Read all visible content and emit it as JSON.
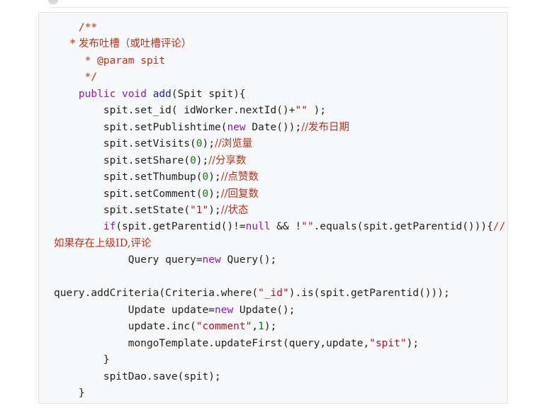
{
  "code": {
    "language": "java",
    "lines": [
      [
        {
          "t": "    ",
          "k": "plain"
        },
        {
          "t": "/**",
          "k": "comment"
        }
      ],
      [
        {
          "t": "     * 发布吐槽（或吐槽评论）",
          "k": "comment"
        }
      ],
      [
        {
          "t": "     * @param spit",
          "k": "comment"
        }
      ],
      [
        {
          "t": "     */",
          "k": "comment"
        }
      ],
      [
        {
          "t": "    ",
          "k": "plain"
        },
        {
          "t": "public",
          "k": "keyword"
        },
        {
          "t": " ",
          "k": "plain"
        },
        {
          "t": "void",
          "k": "keyword"
        },
        {
          "t": " ",
          "k": "plain"
        },
        {
          "t": "add",
          "k": "type"
        },
        {
          "t": "(Spit spit){",
          "k": "plain"
        }
      ],
      [
        {
          "t": "        spit.set_id( idWorker.nextId()+",
          "k": "plain"
        },
        {
          "t": "\"\"",
          "k": "string"
        },
        {
          "t": " );",
          "k": "plain"
        }
      ],
      [
        {
          "t": "        spit.setPublishtime(",
          "k": "plain"
        },
        {
          "t": "new",
          "k": "keyword"
        },
        {
          "t": " Date());",
          "k": "plain"
        },
        {
          "t": "//发布日期",
          "k": "comment"
        }
      ],
      [
        {
          "t": "        spit.setVisits(",
          "k": "plain"
        },
        {
          "t": "0",
          "k": "number"
        },
        {
          "t": ");",
          "k": "plain"
        },
        {
          "t": "//浏览量",
          "k": "comment"
        }
      ],
      [
        {
          "t": "        spit.setShare(",
          "k": "plain"
        },
        {
          "t": "0",
          "k": "number"
        },
        {
          "t": ");",
          "k": "plain"
        },
        {
          "t": "//分享数",
          "k": "comment"
        }
      ],
      [
        {
          "t": "        spit.setThumbup(",
          "k": "plain"
        },
        {
          "t": "0",
          "k": "number"
        },
        {
          "t": ");",
          "k": "plain"
        },
        {
          "t": "//点赞数",
          "k": "comment"
        }
      ],
      [
        {
          "t": "        spit.setComment(",
          "k": "plain"
        },
        {
          "t": "0",
          "k": "number"
        },
        {
          "t": ");",
          "k": "plain"
        },
        {
          "t": "//回复数",
          "k": "comment"
        }
      ],
      [
        {
          "t": "        spit.setState(",
          "k": "plain"
        },
        {
          "t": "\"1\"",
          "k": "string"
        },
        {
          "t": ");",
          "k": "plain"
        },
        {
          "t": "//状态",
          "k": "comment"
        }
      ],
      [
        {
          "t": "        ",
          "k": "plain"
        },
        {
          "t": "if",
          "k": "keyword"
        },
        {
          "t": "(spit.getParentid()!=",
          "k": "plain"
        },
        {
          "t": "null",
          "k": "keyword"
        },
        {
          "t": " && !",
          "k": "plain"
        },
        {
          "t": "\"\"",
          "k": "string"
        },
        {
          "t": ".equals(spit.getParentid())){",
          "k": "plain"
        },
        {
          "t": "//",
          "k": "comment"
        }
      ],
      [
        {
          "t": "如果存在上级ID,评论",
          "k": "comment"
        }
      ],
      [
        {
          "t": "            Query query=",
          "k": "plain"
        },
        {
          "t": "new",
          "k": "keyword"
        },
        {
          "t": " Query();",
          "k": "plain"
        }
      ],
      [],
      [
        {
          "t": "query.addCriteria(Criteria.where(",
          "k": "plain"
        },
        {
          "t": "\"_id\"",
          "k": "string"
        },
        {
          "t": ").is(spit.getParentid()));",
          "k": "plain"
        }
      ],
      [
        {
          "t": "            Update update=",
          "k": "plain"
        },
        {
          "t": "new",
          "k": "keyword"
        },
        {
          "t": " Update();",
          "k": "plain"
        }
      ],
      [
        {
          "t": "            update.inc(",
          "k": "plain"
        },
        {
          "t": "\"comment\"",
          "k": "string"
        },
        {
          "t": ",",
          "k": "plain"
        },
        {
          "t": "1",
          "k": "number"
        },
        {
          "t": ");",
          "k": "plain"
        }
      ],
      [
        {
          "t": "            mongoTemplate.updateFirst(query,update,",
          "k": "plain"
        },
        {
          "t": "\"spit\"",
          "k": "string"
        },
        {
          "t": ");",
          "k": "plain"
        }
      ],
      [
        {
          "t": "        }",
          "k": "plain"
        }
      ],
      [
        {
          "t": "        spitDao.save(spit);",
          "k": "plain"
        }
      ],
      [
        {
          "t": "    }",
          "k": "plain"
        }
      ]
    ]
  }
}
